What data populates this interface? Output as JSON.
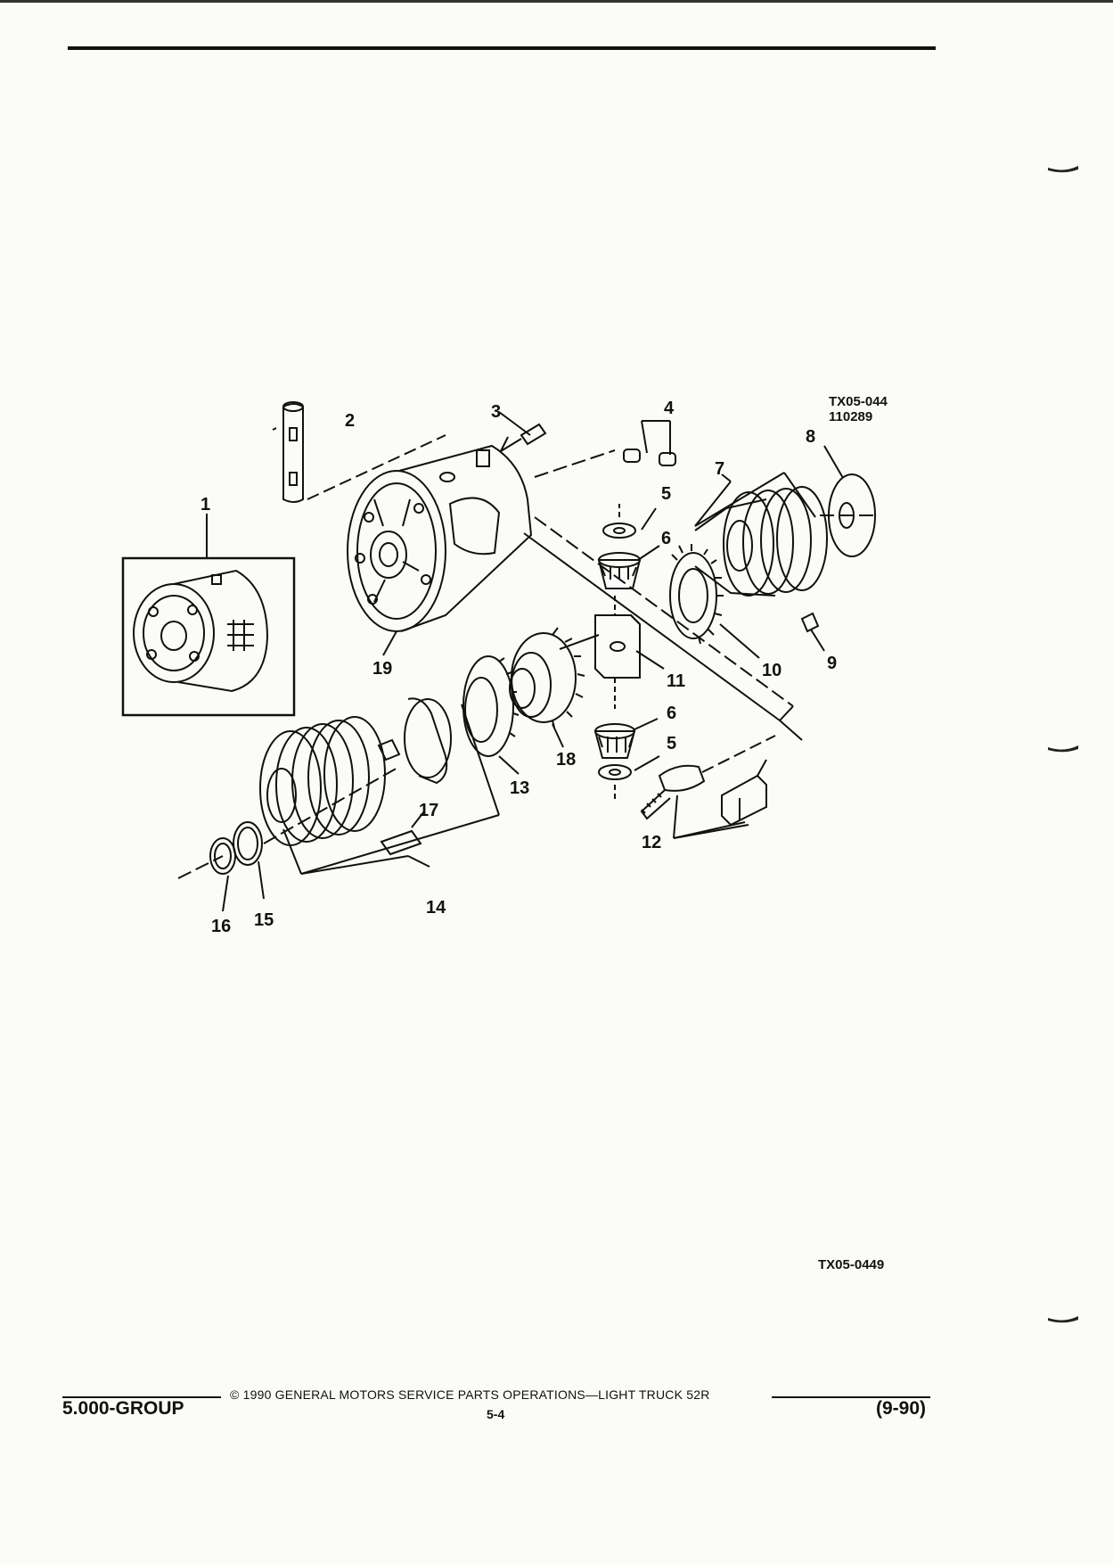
{
  "diagram": {
    "ref_code_top": "TX05-044",
    "ref_code_top_2": "110289",
    "ref_code_bottom": "TX05-0449",
    "callouts": {
      "c1": "1",
      "c2": "2",
      "c3": "3",
      "c4": "4",
      "c5a": "5",
      "c5b": "5",
      "c6a": "6",
      "c6b": "6",
      "c7": "7",
      "c8": "8",
      "c9": "9",
      "c10": "10",
      "c11": "11",
      "c12": "12",
      "c13": "13",
      "c14": "14",
      "c15": "15",
      "c16": "16",
      "c17": "17",
      "c18": "18",
      "c19": "19"
    }
  },
  "footer": {
    "group": "5.000-GROUP",
    "copyright": "© 1990 GENERAL MOTORS SERVICE PARTS OPERATIONS—LIGHT TRUCK 52R",
    "page": "5-4",
    "date": "(9-90)"
  }
}
